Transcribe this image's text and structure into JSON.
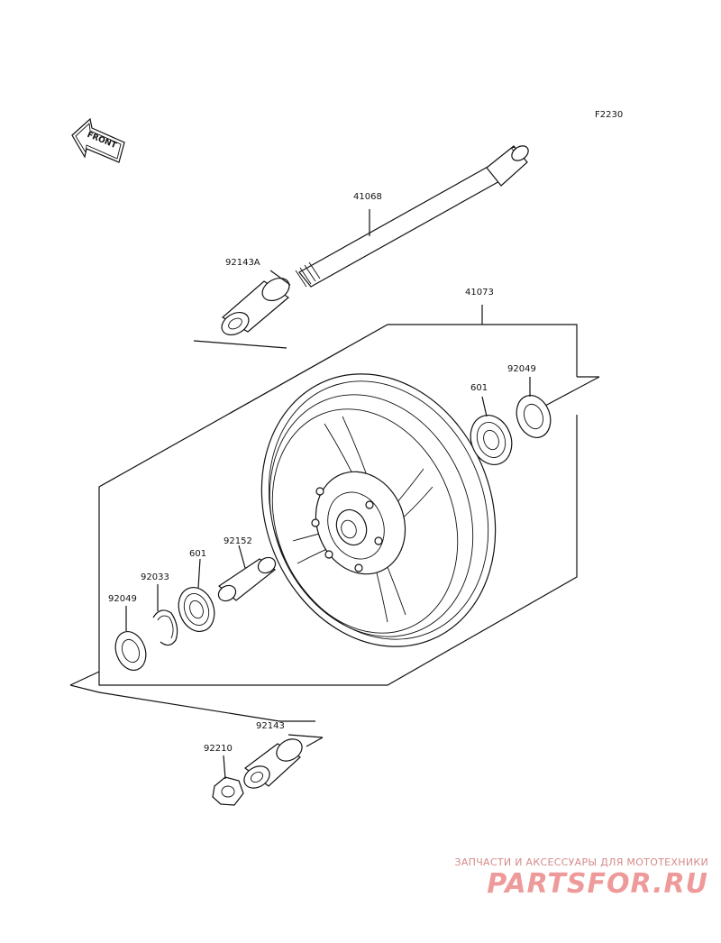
{
  "diagram": {
    "code": "F2230",
    "front_label": "FRONT",
    "parts": {
      "axle": "41068",
      "collar_upper": "92143A",
      "wheel": "41073",
      "seal_right": "92049",
      "bearing_right": "601",
      "spacer": "92152",
      "bearing_left": "601",
      "circlip": "92033",
      "seal_left": "92049",
      "collar_lower": "92143",
      "nut": "92210"
    }
  },
  "watermark": {
    "tagline": "ЗАПЧАСТИ И АКСЕССУАРЫ ДЛЯ МОТОТЕХНИКИ",
    "logo": "PARTSFOR.RU"
  }
}
